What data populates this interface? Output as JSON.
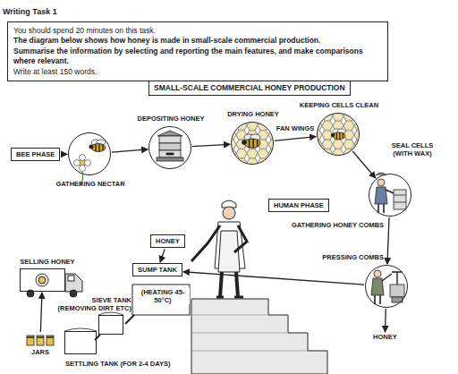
{
  "diagram": {
    "title": "SMALL-SCALE COMMERCIAL HONEY PRODUCTION",
    "nodes": [
      {
        "text": [
          "Writing Task 1",
          "You should spend 20 minutes on this task.",
          "The diagram below shows how honey is made in small-scale commercial production.",
          "Summarise the information by selecting and reporting the main features, and make comparisons where relevant.",
          "Write at least 150 words."
        ]
      },
      {
        "text": [
          "SMALL-SCALE COMMERCIAL HONEY PRODUCTION"
        ]
      },
      {
        "text": [
          "BEE PHASE"
        ]
      },
      {
        "text": [
          "GATHERING NECTAR"
        ]
      },
      {
        "text": [
          "DEPOSITING HONEY"
        ]
      },
      {
        "text": [
          "DRYING HONEY"
        ]
      },
      {
        "text": [
          "KEEPING CELLS CLEAN"
        ]
      },
      {
        "text": [
          "HUMAN PHASE"
        ]
      },
      {
        "text": [
          "GATHERING HONEY COMBS"
        ]
      },
      {
        "text": [
          "PRESSING COMBS"
        ]
      },
      {
        "text": [
          "HONEY"
        ]
      },
      {
        "text": [
          "HONEY"
        ]
      },
      {
        "text": [
          "SUMP TANK"
        ]
      },
      {
        "text": [
          "SIEVE TANK (REMOVING DIRT ETC)"
        ]
      },
      {
        "text": [
          "SETTLING TANK (FOR 2-4 DAYS)"
        ]
      },
      {
        "text": [
          "JARS"
        ]
      },
      {
        "text": [
          "SELLING HONEY"
        ]
      }
    ],
    "edges": [
      {
        "from": 2,
        "to": 3,
        "arrow": "to"
      },
      {
        "from": 3,
        "to": 4,
        "arrow": "to"
      },
      {
        "from": 4,
        "to": 5,
        "arrow": "to"
      },
      {
        "from": 5,
        "to": 6,
        "label": "FAN WINGS",
        "arrow": "to"
      },
      {
        "from": 6,
        "to": 8,
        "label": "SEAL CELLS (WITH WAX)",
        "arrow": "to"
      },
      {
        "from": 8,
        "to": 9,
        "arrow": "to"
      },
      {
        "from": 9,
        "to": 10,
        "arrow": "to"
      },
      {
        "from": 9,
        "to": 12,
        "arrow": "to"
      },
      {
        "from": 11,
        "to": 12,
        "arrow": "to"
      },
      {
        "from": 15,
        "to": 16,
        "arrow": "to"
      }
    ],
    "labels": [
      "(HEATING 45-50°C)"
    ]
  }
}
